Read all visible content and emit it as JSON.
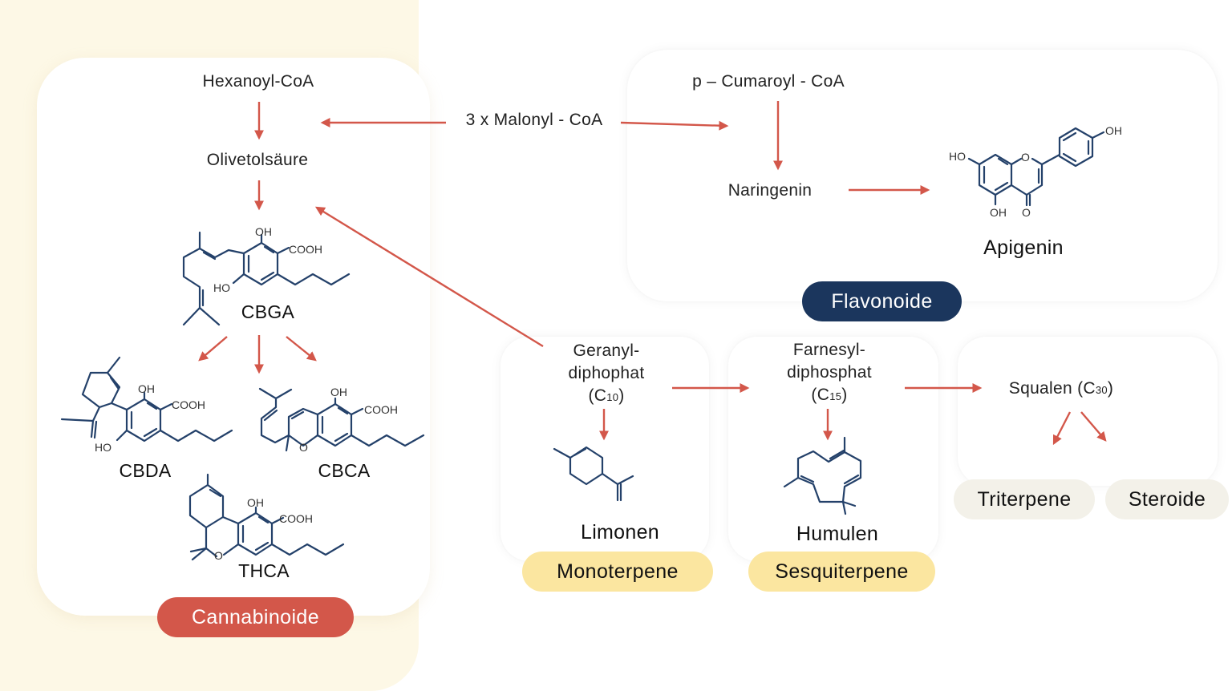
{
  "colors": {
    "arrow": "#d3574a",
    "molecule": "#24416a",
    "cannabinoid_badge": "#d3574a",
    "flavonoid_badge": "#1b365d",
    "terpene_badge": "#fbe6a0",
    "triterpene_badge": "#f3f1e9",
    "cream_panel": "#fdf8e6"
  },
  "cannabinoids": {
    "hexanoyl": "Hexanoyl-CoA",
    "olivetol": "Olivetolsäure",
    "cbga": "CBGA",
    "cbda": "CBDA",
    "cbca": "CBCA",
    "thca": "THCA",
    "badge": "Cannabinoide",
    "atoms": {
      "oh": "OH",
      "ho": "HO",
      "cooh": "COOH",
      "o": "O"
    }
  },
  "malonyl": "3 x Malonyl - CoA",
  "flavonoids": {
    "cumaroyl": "p – Cumaroyl - CoA",
    "naringenin": "Naringenin",
    "apigenin": "Apigenin",
    "badge": "Flavonoide"
  },
  "monoterpenes": {
    "precursor_line1": "Geranyl-",
    "precursor_line2": "diphophat",
    "precursor_line3_open": "(C",
    "precursor_sub": "10",
    "precursor_line3_close": ")",
    "product": "Limonen",
    "badge": "Monoterpene"
  },
  "sesquiterpenes": {
    "precursor_line1": "Farnesyl-",
    "precursor_line2": "diphosphat",
    "precursor_line3_open": "(C",
    "precursor_sub": "15",
    "precursor_line3_close": ")",
    "product": "Humulen",
    "badge": "Sesquiterpene"
  },
  "triterpenes": {
    "precursor": "Squalen (C",
    "precursor_sub": "30",
    "precursor_close": ")",
    "badge_triterpene": "Triterpene",
    "badge_steroide": "Steroide"
  }
}
